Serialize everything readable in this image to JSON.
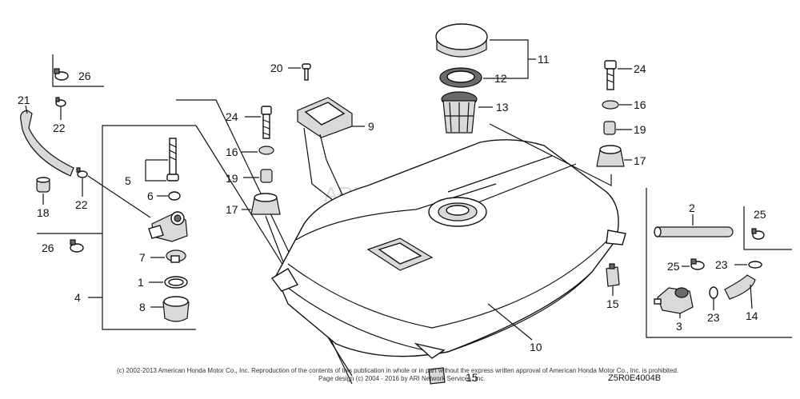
{
  "labels": {
    "p1": "1",
    "p2": "2",
    "p3": "3",
    "p4": "4",
    "p5": "5",
    "p6": "6",
    "p7": "7",
    "p8": "8",
    "p9": "9",
    "p10": "10",
    "p11": "11",
    "p12": "12",
    "p13": "13",
    "p14": "14",
    "p15a": "15",
    "p15b": "15",
    "p16a": "16",
    "p16b": "16",
    "p17a": "17",
    "p17b": "17",
    "p18": "18",
    "p19a": "19",
    "p19b": "19",
    "p20": "20",
    "p21": "21",
    "p22a": "22",
    "p22b": "22",
    "p23a": "23",
    "p23b": "23",
    "p24a": "24",
    "p24b": "24",
    "p25a": "25",
    "p25b": "25",
    "p26a": "26",
    "p26b": "26"
  },
  "watermark": "ARI PartStream™",
  "copyright_line1": "(c) 2002-2013 American Honda Motor Co., Inc. Reproduction of the contents of this publication in whole or in part without the express written approval of American Honda Motor Co., Inc. is prohibited.",
  "copyright_line2": "Page design (c) 2004 - 2016 by ARI Network Services, Inc.",
  "diagram_code": "Z5R0E4004B"
}
